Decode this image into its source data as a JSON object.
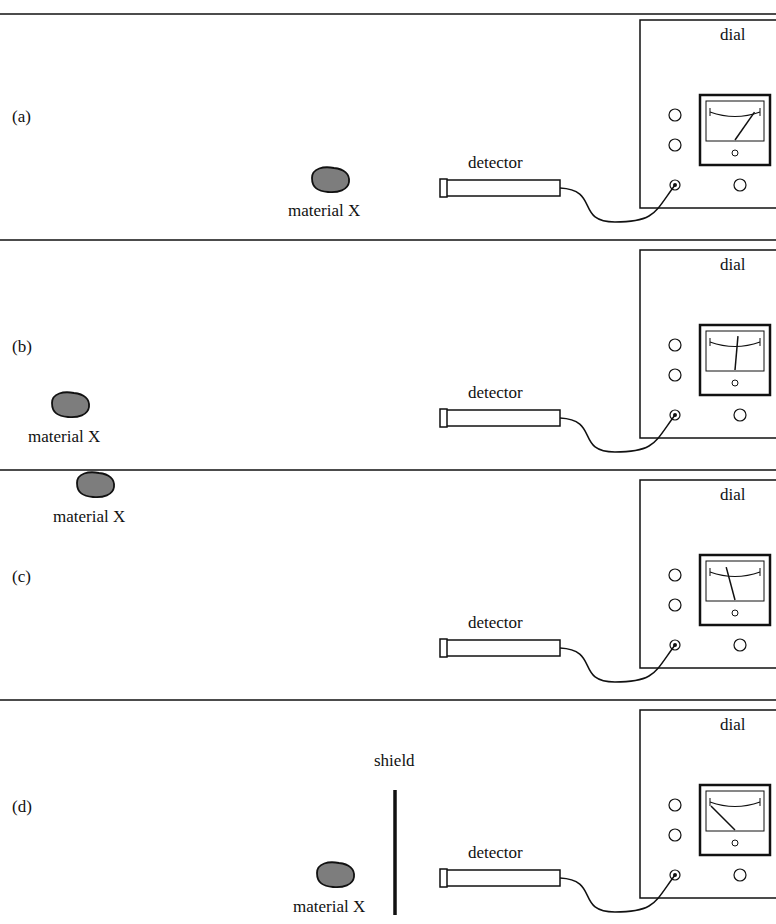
{
  "diagram": {
    "labels": [
      "(a)",
      "material X",
      "detector",
      "dial",
      "(b)",
      "material X",
      "detector",
      "dial",
      "(c)",
      "material X",
      "detector",
      "dial",
      "(d)",
      "material X",
      "detector",
      "dial",
      "shield"
    ]
  }
}
